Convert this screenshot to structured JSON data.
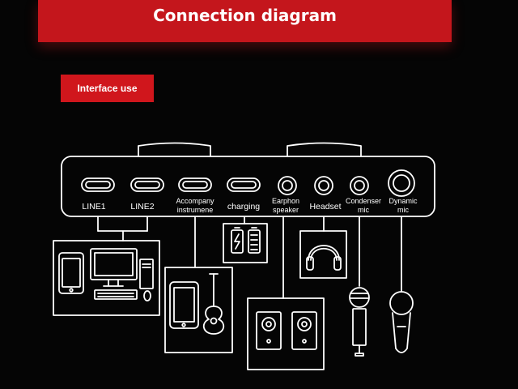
{
  "header": {
    "title": "Connection diagram"
  },
  "section": {
    "label": "Interface use"
  },
  "ports": {
    "line1": "LINE1",
    "line2": "LINE2",
    "accompany_1": "Accompany",
    "accompany_2": "instrumene",
    "charging": "charging",
    "earphon_1": "Earphon",
    "earphon_2": "speaker",
    "headset": "Headset",
    "condenser_1": "Condenser",
    "condenser_2": "mic",
    "dynamic_1": "Dynamic",
    "dynamic_2": "mic"
  },
  "colors": {
    "banner": "#c4161c",
    "badge": "#d0161c",
    "stroke": "#ffffff",
    "background": "#050505"
  },
  "icons": [
    "phone-icon",
    "computer-icon",
    "tablet-icon",
    "guitar-icon",
    "battery-icon",
    "headphones-icon",
    "speakers-icon",
    "condenser-mic-icon",
    "dynamic-mic-icon"
  ]
}
